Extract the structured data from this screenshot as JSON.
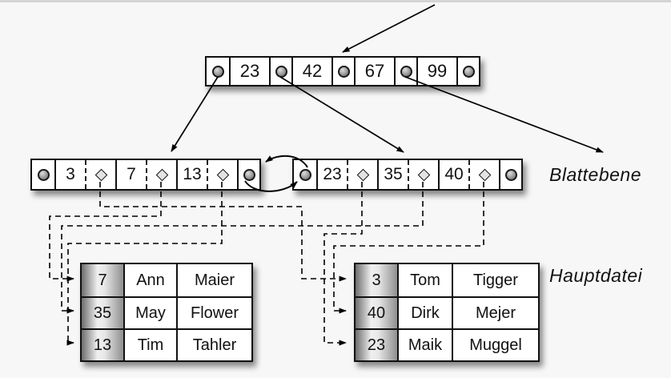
{
  "labels": {
    "leaf_level": "Blattebene",
    "main_file": "Hauptdatei"
  },
  "tree": {
    "root": {
      "keys": [
        "23",
        "42",
        "67",
        "99"
      ]
    },
    "leaves": [
      {
        "keys": [
          "3",
          "7",
          "13"
        ]
      },
      {
        "keys": [
          "23",
          "35",
          "40"
        ]
      }
    ]
  },
  "tables": [
    {
      "rows": [
        {
          "key": "7",
          "first": "Ann",
          "last": "Maier"
        },
        {
          "key": "35",
          "first": "May",
          "last": "Flower"
        },
        {
          "key": "13",
          "first": "Tim",
          "last": "Tahler"
        }
      ]
    },
    {
      "rows": [
        {
          "key": "3",
          "first": "Tom",
          "last": "Tigger"
        },
        {
          "key": "40",
          "first": "Dirk",
          "last": "Mejer"
        },
        {
          "key": "23",
          "first": "Maik",
          "last": "Muggel"
        }
      ]
    }
  ],
  "colors": {
    "ink": "#111111",
    "background": "#f7f7f7",
    "shadow": "rgba(0,0,0,0.45)"
  }
}
